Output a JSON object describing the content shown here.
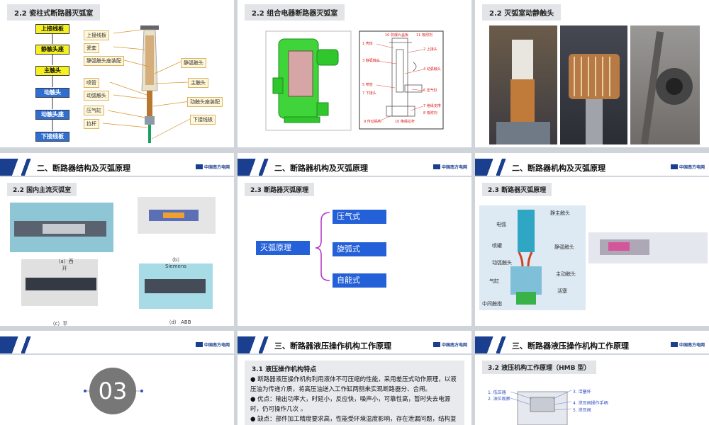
{
  "slides": {
    "s1": {
      "section": "2.2  瓷柱式断路器灭弧室",
      "flow": [
        "上接线板",
        "静触头座",
        "主触头",
        "动触头",
        "动触头座",
        "下接线板"
      ],
      "labels": [
        "上接线板",
        "瓷套",
        "静弧触头座装配",
        "静弧触头",
        "主触头",
        "喷管",
        "动弧触头",
        "动触头座装配",
        "压气缸",
        "拉杆",
        "下接线板"
      ]
    },
    "s2": {
      "section": "2.2  组合电器断路器灭弧室",
      "drawing_labels": [
        "10 防爆片盖板",
        "11 吸附剂",
        "1 壳体",
        "2 上接头",
        "3 静弧触头",
        "4 动弧触头",
        "5 喷管",
        "6 压气缸",
        "7 下接头",
        "7 绝缘支撑",
        "8 吸附剂",
        "9 传动机构",
        "10 绝缘拉杆"
      ]
    },
    "s3": {
      "section": "2.2  灭弧室动静触头"
    },
    "s4": {
      "header": "二、断路器结构及灭弧原理",
      "logo": "中国南方电网",
      "section": "2.2  国内主流灭弧室",
      "captions": [
        "（a）西开",
        "（b）Siemens",
        "（c）平高",
        "（d） ABB"
      ]
    },
    "s5": {
      "header": "二、断路器机构及灭弧原理",
      "logo": "中国南方电网",
      "section": "2.3  断路器灭弧原理",
      "root": "灭弧原理",
      "branches": [
        "压气式",
        "旋弧式",
        "自能式"
      ]
    },
    "s6": {
      "header": "二、断路器机构及灭弧原理",
      "logo": "中国南方电网",
      "section": "2.3  断路器灭弧原理",
      "labels": [
        "静主触头",
        "电弧",
        "静弧触头",
        "喷罐",
        "动弧触头",
        "主动触头",
        "气缸",
        "活塞",
        "中间触指"
      ]
    },
    "s7": {
      "logo": "中国南方电网",
      "number": "03"
    },
    "s8": {
      "header": "三、断路器液压操作机构工作原理",
      "logo": "中国南方电网",
      "section": "3.1  液压操作机构特点",
      "bullets": [
        "断路器液压操作机构利用液体不可压缩的性能，采用差压式动作原理，以液压油为传递介质，将高压油送入工作缸两侧来实现断路器分、合闸。",
        "优点：输出功率大，时延小，反应快，噪声小，可靠性高，暂时失去电源时，仍可操作几次 。",
        "缺点：部件加工精度要求高，性能受环境温度影响，存在泄漏问题，结构复"
      ]
    },
    "s9": {
      "header": "三、断路器液压操作机构工作原理",
      "logo": "中国南方电网",
      "section": "3.2  液压机构工作原理（HMB 型）",
      "labels": [
        "1. 低压器",
        "2. 油位观察",
        "3. 活塞杆",
        "4. 泄压阀操作手柄",
        "5. 泄压阀"
      ]
    }
  }
}
